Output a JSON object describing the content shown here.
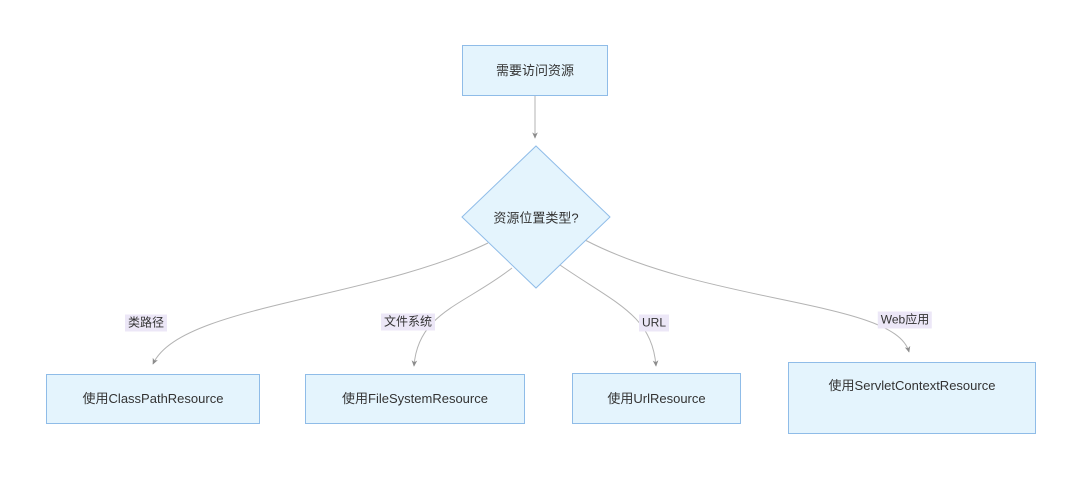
{
  "diagram": {
    "type": "flowchart",
    "direction": "top-down",
    "nodes": [
      {
        "id": "start",
        "shape": "rect",
        "label": "需要访问资源"
      },
      {
        "id": "decision",
        "shape": "diamond",
        "label": "资源位置类型?"
      },
      {
        "id": "classpath",
        "shape": "rect",
        "label": "使用ClassPathResource"
      },
      {
        "id": "filesys",
        "shape": "rect",
        "label": "使用FileSystemResource"
      },
      {
        "id": "url",
        "shape": "rect",
        "label": "使用UrlResource"
      },
      {
        "id": "servlet",
        "shape": "rect",
        "label": "使用ServletContextResource"
      }
    ],
    "edges": [
      {
        "from": "start",
        "to": "decision",
        "label": ""
      },
      {
        "from": "decision",
        "to": "classpath",
        "label": "类路径"
      },
      {
        "from": "decision",
        "to": "filesys",
        "label": "文件系统"
      },
      {
        "from": "decision",
        "to": "url",
        "label": "URL"
      },
      {
        "from": "decision",
        "to": "servlet",
        "label": "Web应用"
      }
    ],
    "colors": {
      "node_fill": "#e4f4fd",
      "node_border": "#8fbce8",
      "edge_line": "#b3b3b3",
      "arrowhead": "#8c8c8c",
      "edge_label_bg": "#ece7f7",
      "text": "#333333",
      "background": "#ffffff"
    }
  }
}
